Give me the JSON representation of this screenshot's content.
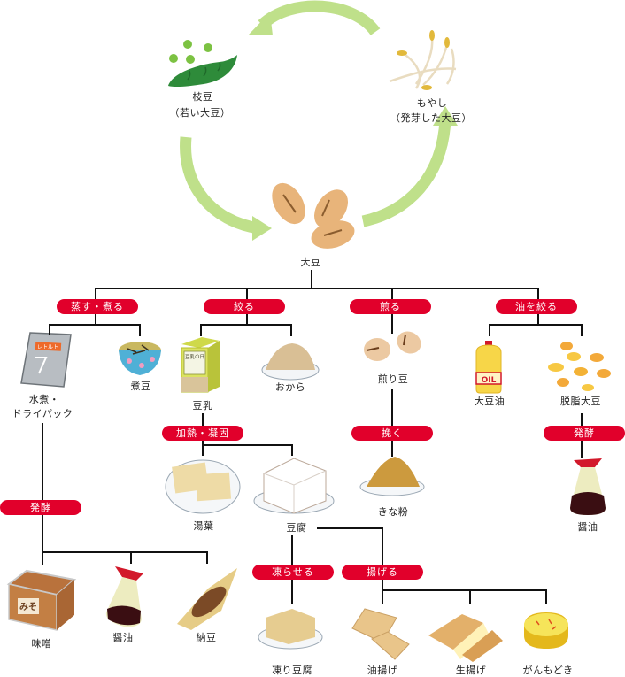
{
  "title": "大豆の加工図",
  "colors": {
    "process_pill": "#e1002b",
    "cycle_arrow": "#bfe08a",
    "connector": "#111111",
    "soybean": "#e8b47a"
  },
  "cycle": {
    "edamame": {
      "name": "枝豆",
      "note": "（若い大豆）",
      "icon": "edamame-icon"
    },
    "moyashi": {
      "name": "もやし",
      "note": "（発芽した大豆）",
      "icon": "bean-sprouts-icon"
    },
    "soybean": {
      "name": "大豆",
      "icon": "soybeans-icon"
    }
  },
  "processes": {
    "steam_boil": "蒸す・煮る",
    "squeeze": "絞る",
    "roast": "煎る",
    "press_oil": "油を絞る",
    "heat_coagulate": "加熱・凝固",
    "grind": "挽く",
    "ferment_left": "発酵",
    "ferment_right": "発酵",
    "freeze": "凍らせる",
    "fry": "揚げる"
  },
  "products": {
    "mizuni_line1": "水煮・",
    "mizuni_line2": "ドライパック",
    "nimame": "煮豆",
    "tonyu": "豆乳",
    "okara": "おから",
    "irimame": "煎り豆",
    "daizuyu": "大豆油",
    "dasshi_daizu": "脱脂大豆",
    "yuba": "湯葉",
    "tofu": "豆腐",
    "kinako": "きな粉",
    "shoyu_right": "醤油",
    "miso": "味噌",
    "shoyu_left": "醤油",
    "natto": "納豆",
    "koori_tofu": "凍り豆腐",
    "aburaage": "油揚げ",
    "namaage": "生揚げ",
    "ganmodoki": "がんもどき"
  },
  "package_text": {
    "retort_pouch": "レトルト",
    "soymilk_carton": "豆乳の日",
    "oil_bottle": "OIL",
    "miso_tub": "みそ"
  }
}
